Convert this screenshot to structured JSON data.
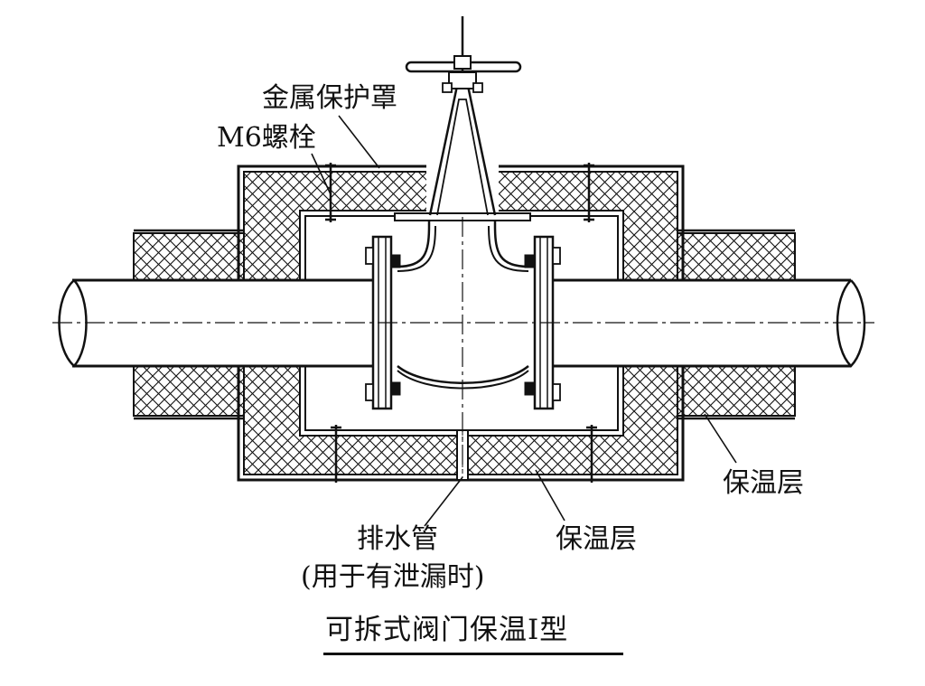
{
  "diagram": {
    "labels": {
      "metal_cover": "金属保护罩",
      "bolt": "M6螺栓",
      "insulation_right": "保温层",
      "insulation_bottom": "保温层",
      "drain_pipe": "排水管",
      "drain_note": "(用于有泄漏时)"
    },
    "caption": "可拆式阀门保温Ⅰ型"
  },
  "colors": {
    "line": "#111111",
    "background": "#ffffff"
  }
}
